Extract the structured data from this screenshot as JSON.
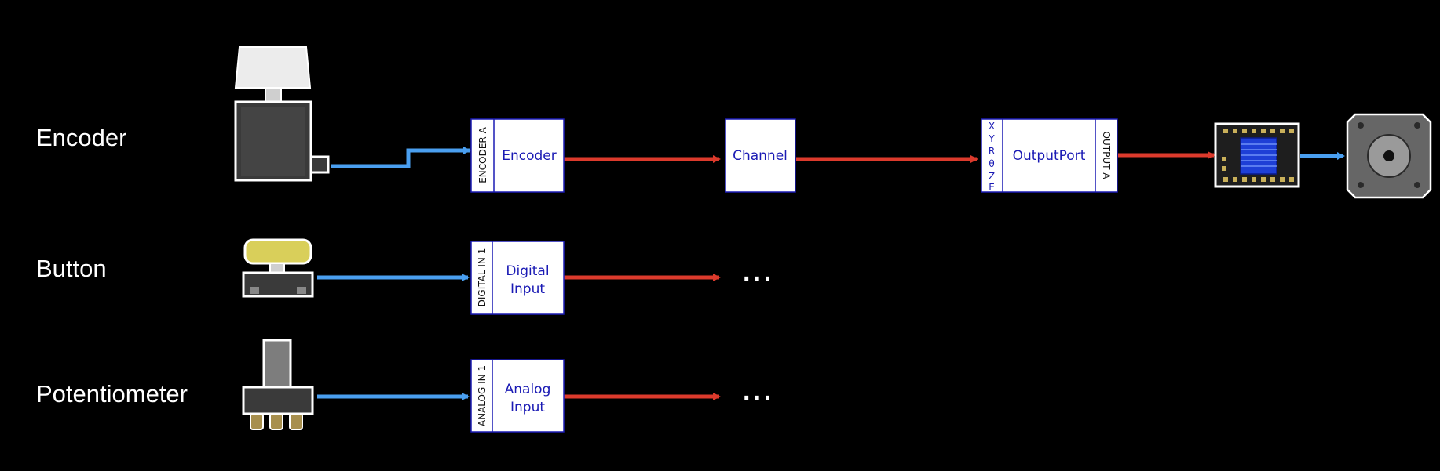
{
  "rows": {
    "encoder": {
      "label": "Encoder",
      "input_tab": "ENCODER A",
      "input_block": "Encoder",
      "channel": "Channel",
      "output_axes": [
        "X",
        "Y",
        "R",
        "θ",
        "Z",
        "E"
      ],
      "output_block": "OutputPort",
      "output_tab": "OUTPUT A",
      "device_icon": "rotary-encoder-icon",
      "driver_icon": "stepper-driver-chip-icon",
      "motor_icon": "stepper-motor-icon"
    },
    "button": {
      "label": "Button",
      "input_tab": "DIGITAL IN 1",
      "input_block_line1": "Digital",
      "input_block_line2": "Input",
      "continuation": "...",
      "device_icon": "push-button-icon"
    },
    "potentiometer": {
      "label": "Potentiometer",
      "input_tab": "ANALOG IN 1",
      "input_block_line1": "Analog",
      "input_block_line2": "Input",
      "continuation": "...",
      "device_icon": "slide-potentiometer-icon"
    }
  },
  "colors": {
    "background": "#000000",
    "physical_signal": "#4a9ff0",
    "software_signal": "#dc3a2c",
    "block_text": "#1a1ab4",
    "block_border": "#1a1ab4"
  }
}
